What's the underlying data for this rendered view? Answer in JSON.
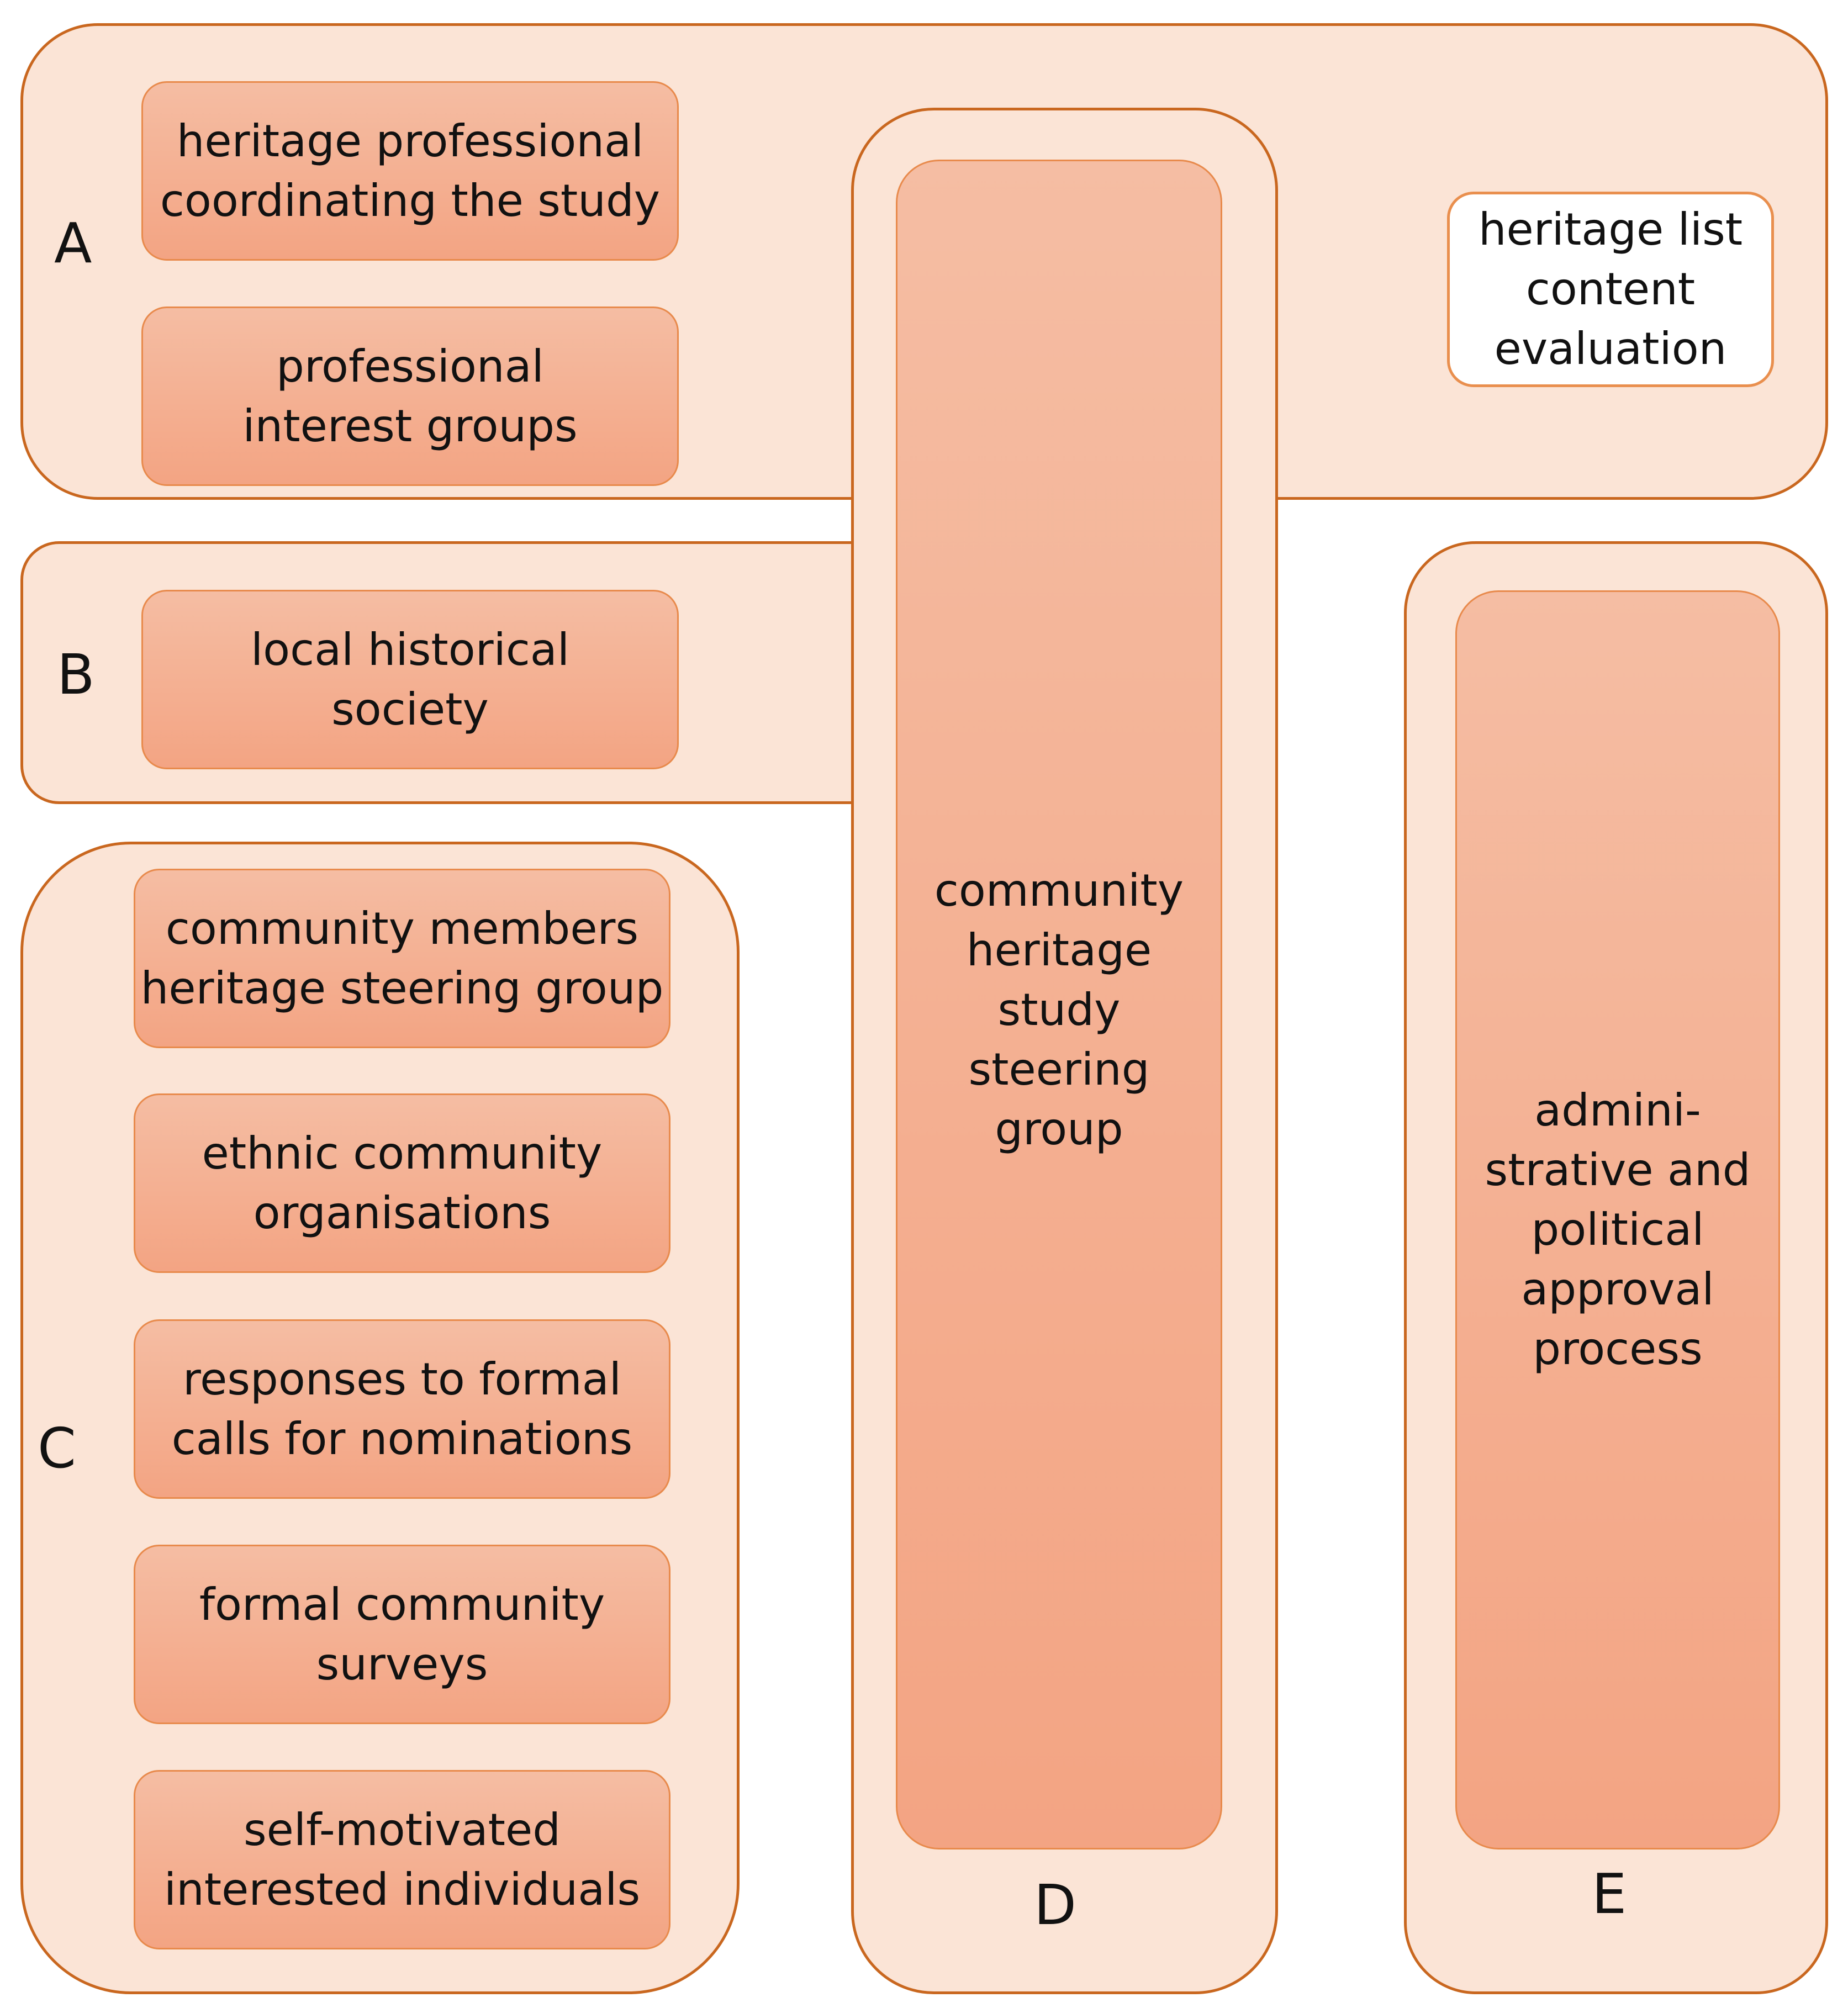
{
  "groups": {
    "a": {
      "letter": "A",
      "boxes": [
        {
          "lines": [
            "heritage professional",
            "coordinating the study"
          ]
        },
        {
          "lines": [
            "professional",
            "interest groups"
          ]
        }
      ],
      "evaluation": {
        "lines": [
          "heritage list",
          "content",
          "evaluation"
        ]
      }
    },
    "b": {
      "letter": "B",
      "boxes": [
        {
          "lines": [
            "local historical",
            "society"
          ]
        }
      ]
    },
    "c": {
      "letter": "C",
      "boxes": [
        {
          "lines": [
            "community members",
            "heritage steering group"
          ]
        },
        {
          "lines": [
            "ethnic community",
            "organisations"
          ]
        },
        {
          "lines": [
            "responses to formal",
            "calls for nominations"
          ]
        },
        {
          "lines": [
            "formal community",
            "surveys"
          ]
        },
        {
          "lines": [
            "self-motivated",
            "interested individuals"
          ]
        }
      ]
    },
    "d": {
      "letter": "D",
      "box": {
        "lines": [
          "community",
          "heritage",
          "study",
          "steering",
          "group"
        ]
      }
    },
    "e": {
      "letter": "E",
      "box": {
        "lines": [
          "admini-",
          "strative and",
          "political",
          "approval",
          "process"
        ]
      }
    }
  },
  "colors": {
    "panel_fill": "#fbe4d6",
    "panel_border": "#c9671f",
    "box_fill_top": "#f5bda3",
    "box_fill_bottom": "#f3a483",
    "box_border": "#e88a4c"
  }
}
